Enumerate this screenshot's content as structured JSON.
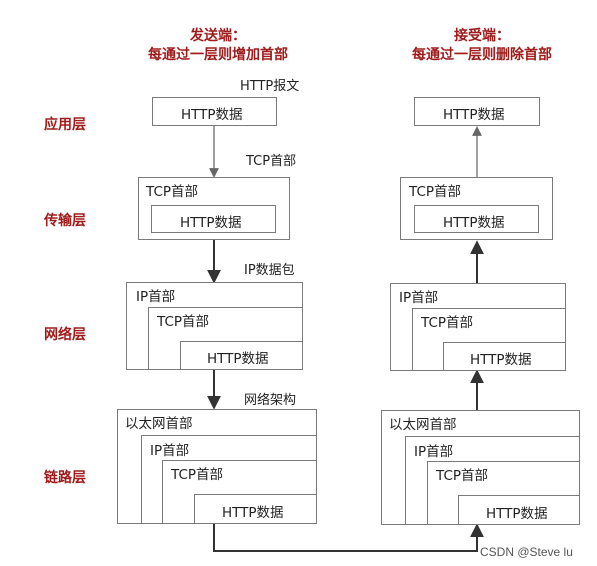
{
  "sender": {
    "title_line1": "发送端：",
    "title_line2": "每通过一层则增加首部"
  },
  "receiver": {
    "title_line1": "接受端：",
    "title_line2": "每通过一层则删除首部"
  },
  "layers": {
    "application": "应用层",
    "transport": "传输层",
    "network": "网络层",
    "link": "链路层"
  },
  "annotations": {
    "http_message": "HTTP报文",
    "tcp_header": "TCP首部",
    "ip_packet": "IP数据包",
    "network_frame": "网络架构"
  },
  "boxes": {
    "http_data": "HTTP数据",
    "tcp_header": "TCP首部",
    "ip_header": "IP首部",
    "ethernet_header": "以太网首部"
  },
  "watermark": "CSDN @Steve lu"
}
